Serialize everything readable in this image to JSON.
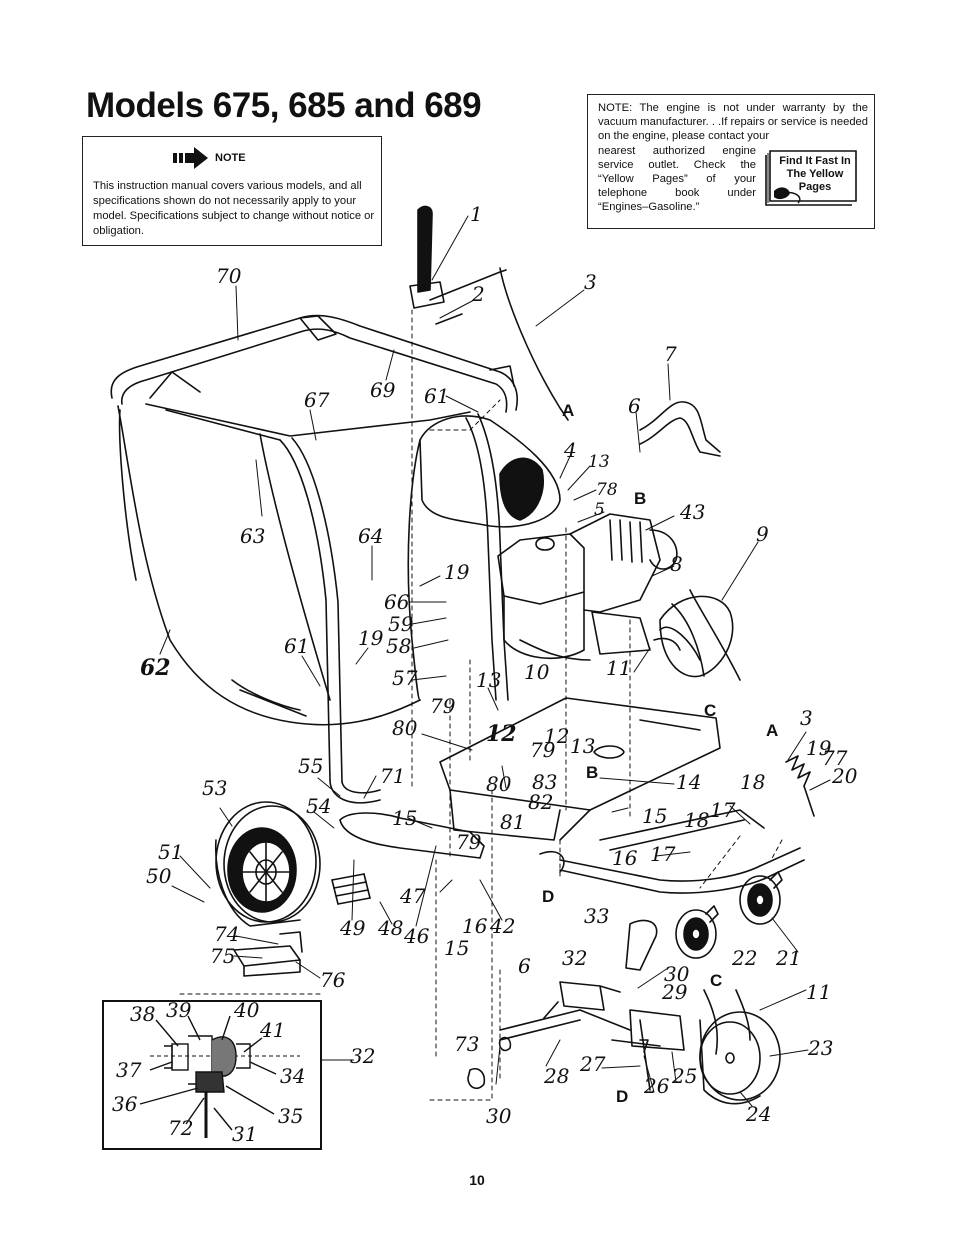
{
  "title": "Models 675, 685 and 689",
  "note": {
    "label": "NOTE",
    "text": "This instruction manual covers various models, and all specifications shown do not necessarily apply to your model. Specifications subject to change without notice or obligation."
  },
  "engine_note": {
    "text_full": "NOTE: The engine is not under warranty by the vacuum manufacturer. . .If repairs or service is needed on the engine, please contact your",
    "text_narrow": "nearest authorized engine service outlet. Check the “Yellow Pages” of your telephone book under “Engines–Gasoline.”",
    "book_text": "Find It Fast In The Yellow Pages"
  },
  "callouts": {
    "c1": "1",
    "c2": "2",
    "c3a": "3",
    "c70": "70",
    "c7": "7",
    "c69": "69",
    "c67": "67",
    "c61a": "61",
    "c6a": "6",
    "c4": "4",
    "c13a": "13",
    "c78": "78",
    "c5": "5",
    "c43": "43",
    "c9": "9",
    "c63": "63",
    "c64": "64",
    "c19a": "19",
    "c8": "8",
    "c66": "66",
    "c59": "59",
    "c58": "58",
    "c61b": "61",
    "c19b": "19",
    "c62": "62",
    "c57": "57",
    "c13b": "13",
    "c10": "10",
    "c11a": "11",
    "c79a": "79",
    "c80a": "80",
    "c12a": "12",
    "c12b": "12",
    "c79b": "79",
    "c13c": "13",
    "c3b": "3",
    "c19c": "19",
    "c77": "77",
    "c20": "20",
    "c55": "55",
    "c71": "71",
    "c83": "83",
    "c80b": "80",
    "c82": "82",
    "c14": "14",
    "c18a": "18",
    "c53": "53",
    "c54": "54",
    "c15a": "15",
    "c81": "81",
    "c15b": "15",
    "c18b": "18",
    "c17a": "17",
    "c79c": "79",
    "c16a": "16",
    "c17b": "17",
    "c51": "51",
    "c50": "50",
    "c47": "47",
    "c49": "49",
    "c48": "48",
    "c46": "46",
    "c16b": "16",
    "c42": "42",
    "c15c": "15",
    "c33": "33",
    "c74": "74",
    "c75": "75",
    "c76": "76",
    "c6b": "6",
    "c32a": "32",
    "c30a": "30",
    "c22": "22",
    "c21": "21",
    "c29": "29",
    "c11b": "11",
    "c38": "38",
    "c39": "39",
    "c40": "40",
    "c41": "41",
    "c32b": "32",
    "c37": "37",
    "c34": "34",
    "c36": "36",
    "c35": "35",
    "c72": "72",
    "c31": "31",
    "c73": "73",
    "c23": "23",
    "c28": "28",
    "c27": "27",
    "c26": "26",
    "c25": "25",
    "c30b": "30",
    "c24": "24"
  },
  "reference_letters": {
    "A1": "A",
    "B1": "B",
    "C1": "C",
    "A2": "A",
    "B2": "B",
    "D1": "D",
    "C2": "C",
    "D2": "D"
  },
  "page_number": "10"
}
